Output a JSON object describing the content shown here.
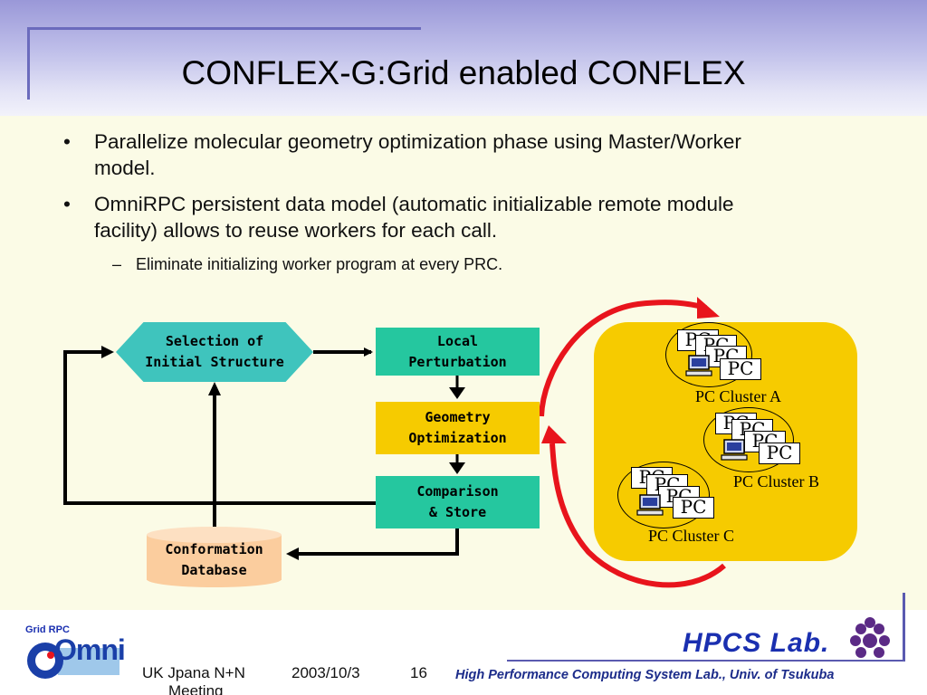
{
  "slide": {
    "title": "CONFLEX-G:Grid enabled CONFLEX",
    "bullets": [
      {
        "line1": "Parallelize molecular geometry optimization phase using Master/Worker",
        "line2": "model."
      },
      {
        "line1": "OmniRPC persistent data model (automatic initializable remote module",
        "line2": "facility) allows to reuse workers for each call."
      }
    ],
    "sub_bullet": "Eliminate initializing worker program at every PRC.",
    "bullet_marker": "•",
    "sub_marker": "–"
  },
  "flow": {
    "selection_line1": "Selection of",
    "selection_line2": "Initial Structure",
    "local_line1": "Local",
    "local_line2": "Perturbation",
    "geometry_line1": "Geometry",
    "geometry_line2": "Optimization",
    "comparison_line1": "Comparison",
    "comparison_line2": "& Store",
    "database_line1": "Conformation",
    "database_line2": "Database"
  },
  "clusters": {
    "pc_label": "PC",
    "cluster_a": "PC Cluster A",
    "cluster_b": "PC Cluster B",
    "cluster_c": "PC Cluster C"
  },
  "footer": {
    "logo_top": "Grid RPC",
    "logo_main": "Omni",
    "event": "UK Jpana N+N",
    "event_line2": "Meeting",
    "date": "2003/10/3",
    "page": "16",
    "lab_name": "HPCS Lab.",
    "lab_full": "High Performance Computing System Lab., Univ. of Tsukuba"
  },
  "colors": {
    "header": "#9a98d8",
    "background": "#fbfbe6",
    "teal": "#3fc4bd",
    "green": "#25c79f",
    "yellow": "#f6cb00",
    "peach": "#fbcd9e",
    "red_arrow": "#e8141c",
    "accent_blue": "#1a2fb0"
  }
}
